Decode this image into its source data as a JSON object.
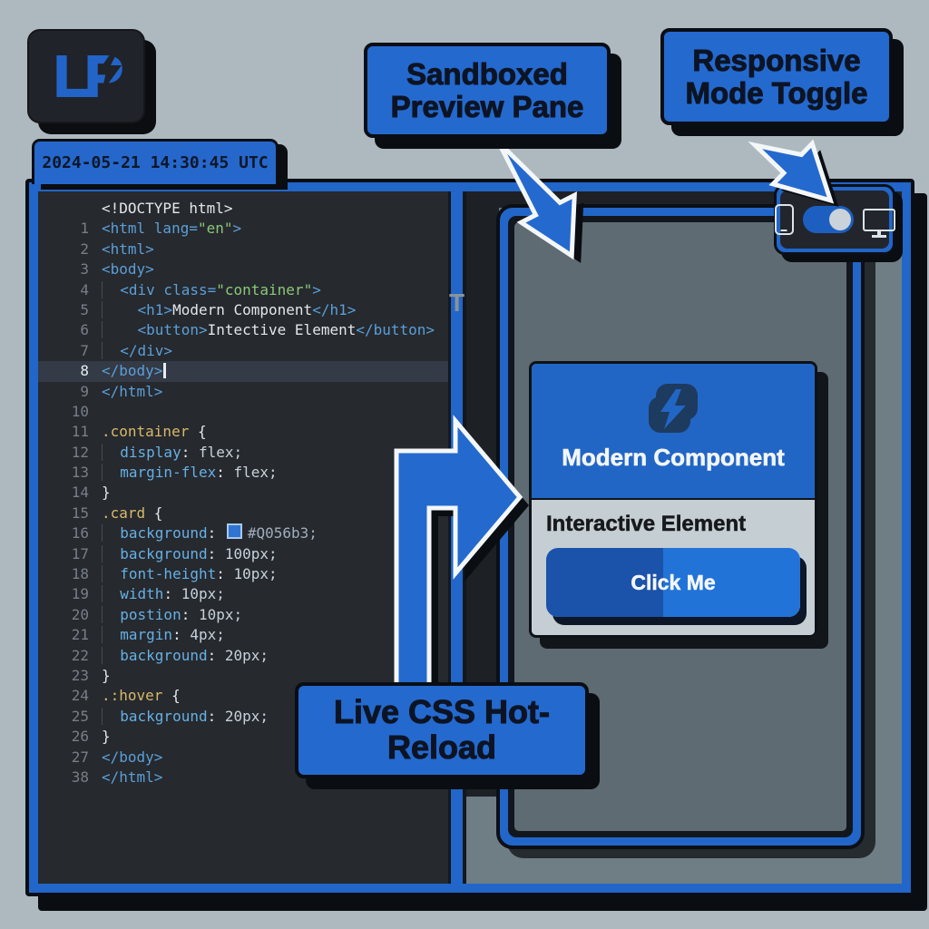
{
  "page": {
    "background": "#aeb9bf",
    "accent_blue": "#2166c8",
    "outline_dark": "#0a0e14",
    "editor_background": "#26292e",
    "preview_background": "#6f7d85"
  },
  "logo": {
    "text": "LP",
    "icon": "lightning-bolt"
  },
  "callouts": {
    "sandboxed": {
      "label": "Sandboxed Preview Pane"
    },
    "responsive": {
      "label": "Responsive Mode Toggle"
    },
    "hotreload": {
      "label": "Live CSS Hot-Reload"
    }
  },
  "editor": {
    "tab_timestamp": "2024-05-21 14:30:45 UTC",
    "artifact_text": "T",
    "lines": [
      {
        "num": "",
        "tokens": [
          [
            "pl",
            "<!DOCTYPE html>"
          ]
        ]
      },
      {
        "num": "1",
        "tokens": [
          [
            "tag",
            "<html lang="
          ],
          [
            "str",
            "\"en\""
          ],
          [
            "tag",
            ">"
          ]
        ]
      },
      {
        "num": "2",
        "tokens": [
          [
            "tag",
            "<html>"
          ]
        ]
      },
      {
        "num": "3",
        "tokens": [
          [
            "tag",
            "<body>"
          ]
        ]
      },
      {
        "num": "4",
        "tokens": [
          [
            "ind",
            "  "
          ],
          [
            "tag",
            "<div class="
          ],
          [
            "str",
            "\"container\""
          ],
          [
            "tag",
            ">"
          ]
        ]
      },
      {
        "num": "5",
        "tokens": [
          [
            "ind",
            "    "
          ],
          [
            "tag",
            "<h1>"
          ],
          [
            "pl",
            "Modern Component"
          ],
          [
            "tag",
            "</h1>"
          ]
        ]
      },
      {
        "num": "6",
        "tokens": [
          [
            "ind",
            "    "
          ],
          [
            "tag",
            "<button>"
          ],
          [
            "pl",
            "Intective Element"
          ],
          [
            "tag",
            "</button>"
          ]
        ]
      },
      {
        "num": "7",
        "tokens": [
          [
            "ind",
            "  "
          ],
          [
            "tag",
            "</div>"
          ]
        ]
      },
      {
        "num": "8",
        "tokens": [
          [
            "tag",
            "</body>"
          ]
        ],
        "hl": true,
        "cursor": true
      },
      {
        "num": "9",
        "tokens": [
          [
            "tag",
            "</html>"
          ]
        ]
      },
      {
        "num": "10",
        "tokens": []
      },
      {
        "num": "11",
        "tokens": [
          [
            "sel",
            ".container"
          ],
          [
            "pl",
            " {"
          ]
        ]
      },
      {
        "num": "12",
        "tokens": [
          [
            "ind",
            "  "
          ],
          [
            "prop",
            "display"
          ],
          [
            "pl",
            ": "
          ],
          [
            "val",
            "flex;"
          ]
        ]
      },
      {
        "num": "13",
        "tokens": [
          [
            "ind",
            "  "
          ],
          [
            "prop",
            "margin-flex"
          ],
          [
            "pl",
            ": "
          ],
          [
            "val",
            "flex;"
          ]
        ]
      },
      {
        "num": "14",
        "tokens": [
          [
            "pl",
            "}"
          ]
        ]
      },
      {
        "num": "15",
        "tokens": [
          [
            "sel",
            ".card"
          ],
          [
            "pl",
            " {"
          ]
        ]
      },
      {
        "num": "16",
        "tokens": [
          [
            "ind",
            "  "
          ],
          [
            "prop",
            "background"
          ],
          [
            "pl",
            ": "
          ],
          [
            "swatch",
            ""
          ],
          [
            "hex",
            "#Q056b3;"
          ]
        ]
      },
      {
        "num": "17",
        "tokens": [
          [
            "ind",
            "  "
          ],
          [
            "prop",
            "background"
          ],
          [
            "pl",
            ": "
          ],
          [
            "val",
            "100px;"
          ]
        ]
      },
      {
        "num": "18",
        "tokens": [
          [
            "ind",
            "  "
          ],
          [
            "prop",
            "font-height"
          ],
          [
            "pl",
            ": "
          ],
          [
            "val",
            "10px;"
          ]
        ]
      },
      {
        "num": "19",
        "tokens": [
          [
            "ind",
            "  "
          ],
          [
            "prop",
            "width"
          ],
          [
            "pl",
            ": "
          ],
          [
            "val",
            "10px;"
          ]
        ]
      },
      {
        "num": "20",
        "tokens": [
          [
            "ind",
            "  "
          ],
          [
            "prop",
            "postion"
          ],
          [
            "pl",
            ": "
          ],
          [
            "val",
            "10px;"
          ]
        ]
      },
      {
        "num": "21",
        "tokens": [
          [
            "ind",
            "  "
          ],
          [
            "prop",
            "margin"
          ],
          [
            "pl",
            ": "
          ],
          [
            "val",
            "4px;"
          ]
        ]
      },
      {
        "num": "22",
        "tokens": [
          [
            "ind",
            "  "
          ],
          [
            "prop",
            "background"
          ],
          [
            "pl",
            ": "
          ],
          [
            "val",
            "20px;"
          ]
        ]
      },
      {
        "num": "23",
        "tokens": [
          [
            "pl",
            "}"
          ]
        ]
      },
      {
        "num": "24",
        "tokens": [
          [
            "sel",
            ".:hover"
          ],
          [
            "pl",
            " {"
          ]
        ]
      },
      {
        "num": "25",
        "tokens": [
          [
            "ind",
            "  "
          ],
          [
            "prop",
            "background"
          ],
          [
            "pl",
            ": "
          ],
          [
            "val",
            "20px;"
          ]
        ]
      },
      {
        "num": "26",
        "tokens": [
          [
            "pl",
            "}"
          ]
        ]
      },
      {
        "num": "27",
        "tokens": [
          [
            "tag",
            "</body>"
          ]
        ]
      },
      {
        "num": "38",
        "tokens": [
          [
            "tag",
            "</html>"
          ]
        ]
      }
    ]
  },
  "preview": {
    "toggle": {
      "left_icon": "phone-icon",
      "right_icon": "monitor-icon",
      "state": "right"
    },
    "card": {
      "title": "Modern Component",
      "subtitle": "Interactive Element",
      "button_label": "Click Me",
      "header_color": "#2166c4",
      "icon": "lightning-bolt-badge"
    }
  }
}
